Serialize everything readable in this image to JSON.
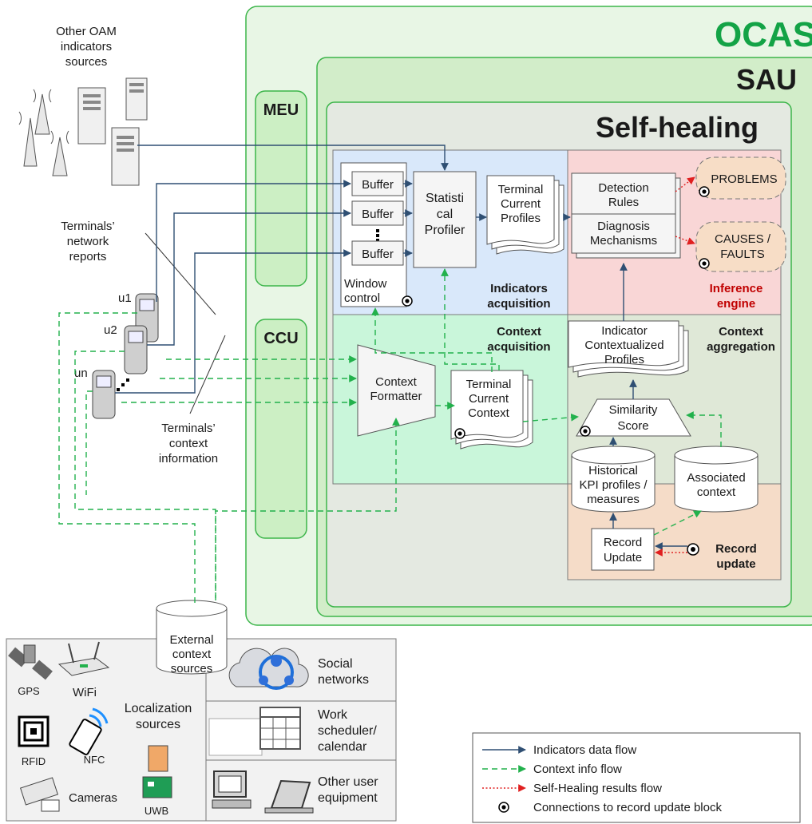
{
  "blocks": {
    "ocas": "OCAS",
    "sau": "SAU",
    "meu": "MEU",
    "ccu": "CCU",
    "self_healing": "Self-healing"
  },
  "sources": {
    "oam_line1": "Other OAM",
    "oam_line2": "indicators",
    "oam_line3": "sources",
    "reports_line1": "Terminals’",
    "reports_line2": "network",
    "reports_line3": "reports",
    "context_line1": "Terminals’",
    "context_line2": "context",
    "context_line3": "information",
    "terminals": [
      "u1",
      "u2",
      "un"
    ]
  },
  "indicators_acquisition": {
    "buffers": [
      "Buffer",
      "Buffer",
      "Buffer"
    ],
    "window_line1": "Window",
    "window_line2": "control",
    "profiler_line1": "Statisti",
    "profiler_line2": "cal",
    "profiler_line3": "Profiler",
    "profiles_line1": "Terminal",
    "profiles_line2": "Current",
    "profiles_line3": "Profiles",
    "label_line1": "Indicators",
    "label_line2": "acquisition"
  },
  "inference_engine": {
    "detection_line1": "Detection",
    "detection_line2": "Rules",
    "diagnosis_line1": "Diagnosis",
    "diagnosis_line2": "Mechanisms",
    "problems": "PROBLEMS",
    "causes_line1": "CAUSES /",
    "causes_line2": "FAULTS",
    "label_line1": "Inference",
    "label_line2": "engine"
  },
  "context_acquisition": {
    "label_line1": "Context",
    "label_line2": "acquisition",
    "formatter_line1": "Context",
    "formatter_line2": "Formatter",
    "context_line1": "Terminal",
    "context_line2": "Current",
    "context_line3": "Context"
  },
  "context_aggregation": {
    "label_line1": "Context",
    "label_line2": "aggregation",
    "profiles_line1": "Indicator",
    "profiles_line2": "Contextualized",
    "profiles_line3": "Profiles",
    "similarity_line1": "Similarity",
    "similarity_line2": "Score",
    "historical_line1": "Historical",
    "historical_line2": "KPI profiles /",
    "historical_line3": "measures",
    "associated_line1": "Associated",
    "associated_line2": "context"
  },
  "record_update": {
    "box_line1": "Record",
    "box_line2": "Update",
    "label_line1": "Record",
    "label_line2": "update"
  },
  "external": {
    "db_line1": "External",
    "db_line2": "context",
    "db_line3": "sources",
    "gps": "GPS",
    "wifi": "WiFi",
    "localization_line1": "Localization",
    "localization_line2": "sources",
    "rfid": "RFID",
    "nfc": "NFC",
    "cameras": "Cameras",
    "uwb": "UWB",
    "social_line1": "Social",
    "social_line2": "networks",
    "work_line1": "Work",
    "work_line2": "scheduler/",
    "work_line3": "calendar",
    "equipment_line1": "Other user",
    "equipment_line2": "equipment"
  },
  "legend": {
    "items": [
      "Indicators data flow",
      "Context info flow",
      "Self-Healing results flow",
      "Connections to record update block"
    ]
  },
  "colors": {
    "ocas_fill": "#e8f6e5",
    "sau_fill": "#d2edc9",
    "self_healing_fill": "#e4e9e1",
    "indicators_fill": "#d9e8fa",
    "inference_fill": "#f9d6d6",
    "context_acq_fill": "#c9f6da",
    "aggregation_fill": "#dfe8d7",
    "record_fill": "#f5dcc8",
    "data_flow": "#2f4f73",
    "context_flow": "#22b14c",
    "results_flow": "#e02020",
    "title_green": "#13a346"
  }
}
